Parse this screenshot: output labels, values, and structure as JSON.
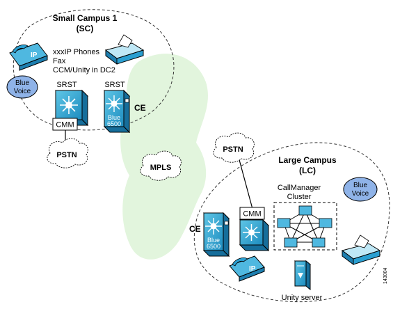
{
  "small_campus": {
    "title": "Small Campus 1",
    "code": "(SC)",
    "lines": [
      "xxxIP Phones",
      "Fax",
      "CCM/Unity in DC2"
    ],
    "blue_voice": [
      "Blue",
      "Voice"
    ],
    "srst_left": "SRST",
    "srst_right": "SRST",
    "cmm": "CMM",
    "switch_label": [
      "Blue",
      "6500"
    ],
    "ce": "CE",
    "phone_label": "IP"
  },
  "pstn_small": "PSTN",
  "mpls": "MPLS",
  "pstn_large": "PSTN",
  "large_campus": {
    "title": "Large Campus",
    "code": "(LC)",
    "ce": "CE",
    "switch_label": [
      "Blue",
      "6500"
    ],
    "cmm": "CMM",
    "cluster": [
      "CallManager",
      "Cluster"
    ],
    "blue_voice": [
      "Blue",
      "Voice"
    ],
    "server_label": "Unity server",
    "phone_label": "IP"
  },
  "figure_id": "143004"
}
